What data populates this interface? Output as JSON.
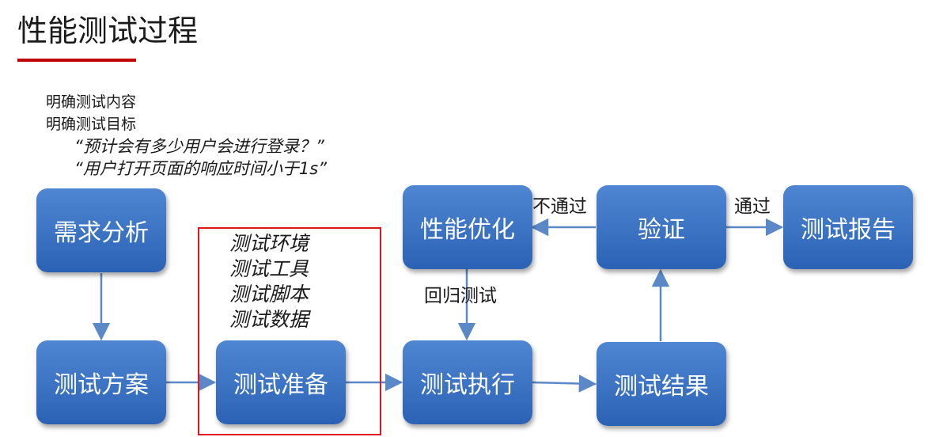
{
  "title": "性能测试过程",
  "colors": {
    "accent_red": "#c00000",
    "box_blue": "#3a72c4",
    "arrow_blue": "#5b89c8",
    "frame_red": "#e0161c"
  },
  "notes": {
    "line1": "明确测试内容",
    "line2": "明确测试目标",
    "quote1": "“预计会有多少用户会进行登录？”",
    "quote2": "“用户打开页面的响应时间小于1s”"
  },
  "nodes": {
    "requirements": "需求分析",
    "plan": "测试方案",
    "prep": "测试准备",
    "execute": "测试执行",
    "result": "测试结果",
    "verify": "验证",
    "optimize": "性能优化",
    "report": "测试报告"
  },
  "prep_items": [
    "测试环境",
    "测试工具",
    "测试脚本",
    "测试数据"
  ],
  "edge_labels": {
    "fail": "不通过",
    "pass": "通过",
    "regression": "回归测试"
  }
}
